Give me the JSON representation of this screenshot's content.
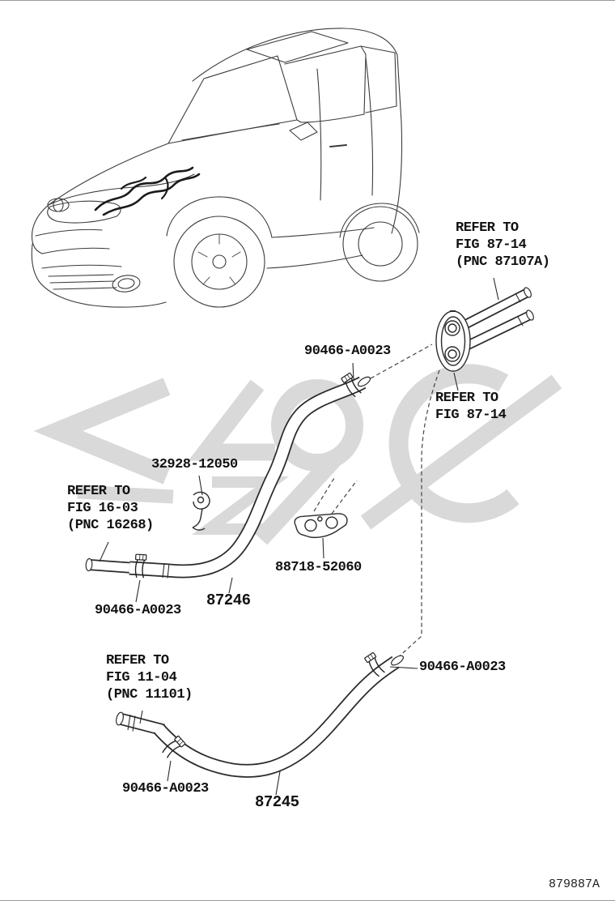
{
  "page": {
    "doc_number": "879887A"
  },
  "colors": {
    "line": "#2b2b2b",
    "watermark": "#d9d9d9",
    "background": "#ffffff"
  },
  "callouts": {
    "ref_fig_87_14_pnc": "REFER TO\nFIG 87-14\n(PNC 87107A)",
    "clamp_top": "90466-A0023",
    "bracket": "32928-12050",
    "ref_fig_87_14": "REFER TO\nFIG 87-14",
    "ref_fig_16_03": "REFER TO\nFIG 16-03\n(PNC 16268)",
    "hose_clamp_bracket": "88718-52060",
    "clamp_left": "90466-A0023",
    "hose_upper": "87246",
    "clamp_right": "90466-A0023",
    "ref_fig_11_04": "REFER TO\nFIG 11-04\n(PNC 11101)",
    "clamp_bottom": "90466-A0023",
    "hose_lower": "87245"
  }
}
